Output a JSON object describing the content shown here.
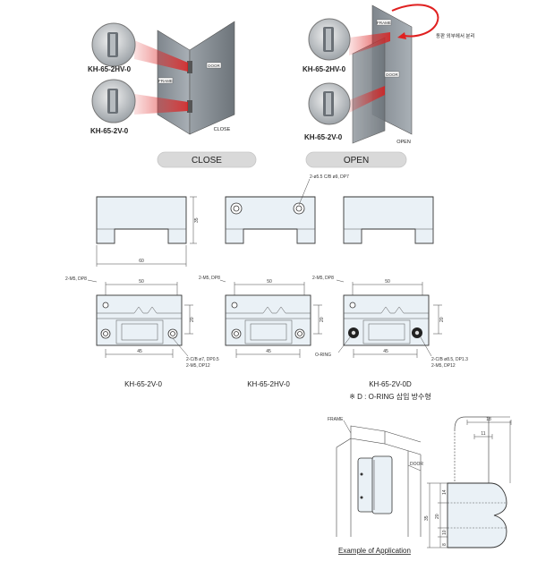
{
  "top": {
    "close_label": "CLOSE",
    "open_label": "OPEN",
    "close_tag": "CLOSE",
    "open_tag": "OPEN",
    "door_tag": "DOOR",
    "frame_tag": "FRAME",
    "callout_text": "동판 외부에서 분리",
    "model_upper": "KH-65-2HV-0",
    "model_lower": "KH-65-2V-0"
  },
  "drawings": {
    "top_note": "2-ø5.5 C/B ø9, DP7",
    "dim_width": "60",
    "dim_height": "35",
    "holes_note": "2-M5, DP8",
    "dim_50": "50",
    "dim_45": "45",
    "dim_20": "20",
    "note_left": "2-C/B ø7, DP0.5",
    "note_left2": "2-M5, DP12",
    "note_right": "2-C/B ø8.5, DP1.3",
    "note_right2": "2-M5, DP12",
    "oring_label": "O-RING",
    "model_a": "KH-65-2V-0",
    "model_b": "KH-65-2HV-0",
    "model_c": "KH-65-2V-0D",
    "oring_note": "※ D : O-RING 삽입 방수형"
  },
  "application": {
    "frame_label": "FRAME",
    "door_label": "DOOR",
    "caption": "Example of Application",
    "dim_18": "18",
    "dim_11": "11",
    "dim_14": "14",
    "dim_20v": "20",
    "dim_35": "35",
    "dim_10": "10",
    "dim_8": "8"
  }
}
